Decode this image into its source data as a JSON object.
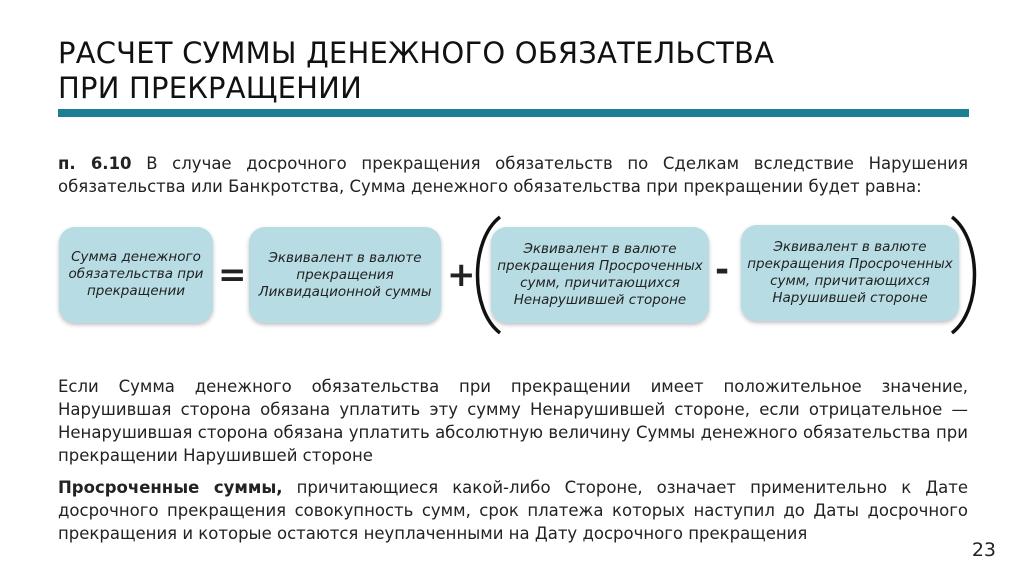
{
  "title_line1": "РАСЧЕТ СУММЫ ДЕНЕЖНОГО ОБЯЗАТЕЛЬСТВА",
  "title_line2": "ПРИ ПРЕКРАЩЕНИИ",
  "accent_color": "#1a7f95",
  "box_color": "#b7dce3",
  "intro": {
    "ref": "п. 6.10",
    "text": " В случае досрочного прекращения обязательств по Сделкам вследствие Нарушения обязательства или Банкротства, Сумма денежного обязательства при прекращении будет равна:"
  },
  "formula": {
    "box1": "Сумма денежного обязательства при прекращении",
    "op1": "=",
    "box2": "Эквивалент в валюте прекращения Ликвидационной суммы",
    "op2": "+",
    "box3": "Эквивалент в валюте прекращения Просроченных сумм, причитающихся Ненарушившей стороне",
    "op3": "-",
    "box4": "Эквивалент в валюте прекращения Просроченных сумм, причитающихся Нарушившей стороне"
  },
  "explanation": "Если Сумма денежного обязательства при прекращении имеет положительное значение, Нарушившая сторона обязана уплатить эту сумму Ненарушившей стороне, если отрицательное — Ненарушившая сторона обязана уплатить абсолютную величину Суммы денежного обязательства при прекращении Нарушившей стороне",
  "definition": {
    "term": "Просроченные суммы,",
    "text": " причитающиеся какой-либо Стороне, означает применительно к Дате досрочного прекращения совокупность сумм, срок платежа которых наступил до Даты досрочного прекращения и которые остаются неуплаченными на Дату досрочного прекращения"
  },
  "page_number": "23"
}
